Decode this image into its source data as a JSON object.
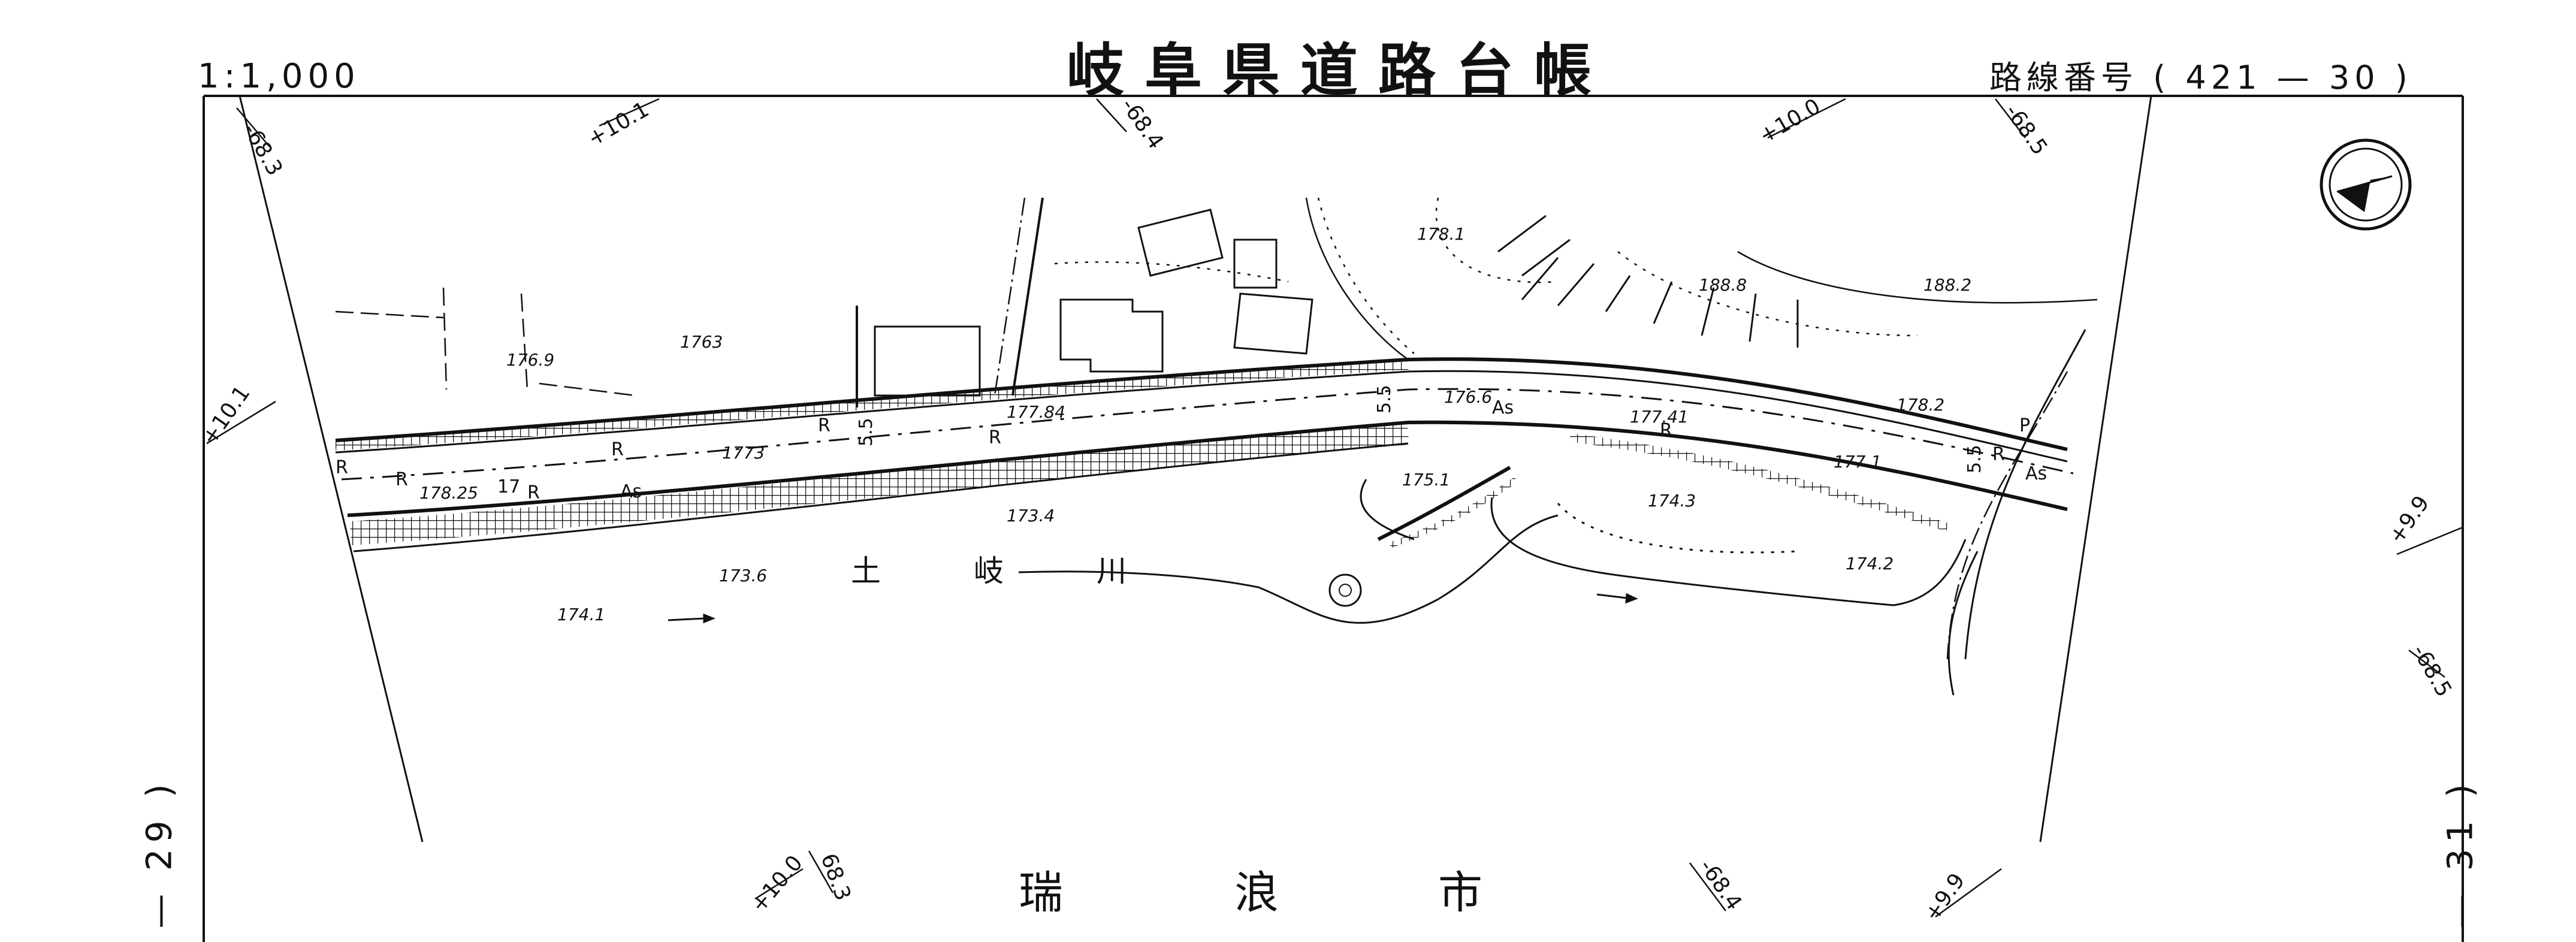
{
  "header": {
    "title": "岐阜県道路台帳",
    "scale": "1:1,000",
    "route_label": "路線番号",
    "route_open": "(",
    "route_no": "421",
    "route_dash": "—",
    "route_sub": "30",
    "route_close": ")"
  },
  "edges": {
    "left_sheet": "29",
    "right_sheet": "31"
  },
  "grid_labels": [
    "-68.3",
    "+10.1",
    "-68.4",
    "+10.0",
    "-68.5",
    "+10.1",
    "+9.9",
    "-68.5",
    "+10.0",
    "68.3",
    "-68.4",
    "+9.9"
  ],
  "elevations": [
    "176.9",
    "1763",
    "178.25",
    "1773",
    "177.84",
    "173.4",
    "173.6",
    "174.1",
    "178.1",
    "188.8",
    "188.2",
    "176.6",
    "177.41",
    "178.2",
    "175.1",
    "174.3",
    "177.1",
    "174.2"
  ],
  "road_marks": [
    "R",
    "R",
    "R",
    "R",
    "R",
    "R",
    "R",
    "R",
    "As",
    "As",
    "As",
    "5.5",
    "5.5",
    "5.5",
    "17",
    "P"
  ],
  "river": {
    "name_1": "土",
    "name_2": "岐",
    "name_3": "川"
  },
  "place": {
    "city_1": "瑞",
    "city_2": "浪",
    "city_3": "市"
  },
  "symbols": {
    "north_arrow": "north-arrow-icon",
    "tree": "tree-icon",
    "flow_arrow": "flow-arrow-icon"
  },
  "colors": {
    "ink": "#111111",
    "paper": "#ffffff"
  }
}
